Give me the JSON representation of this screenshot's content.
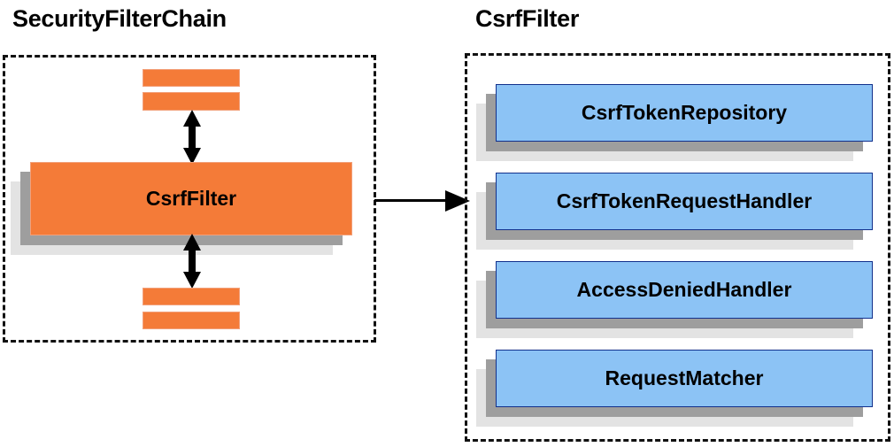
{
  "diagram": {
    "type": "component-relationship",
    "panels": [
      {
        "id": "security-filter-chain",
        "title": "SecurityFilterChain",
        "style": "dashed-container",
        "nodes": [
          {
            "id": "bar-top-1",
            "label": "",
            "color": "#F47B38",
            "shape": "bar"
          },
          {
            "id": "bar-top-2",
            "label": "",
            "color": "#F47B38",
            "shape": "bar"
          },
          {
            "id": "csrf-filter",
            "label": "CsrfFilter",
            "color": "#F47B38",
            "shape": "box-shadow"
          },
          {
            "id": "bar-bottom-1",
            "label": "",
            "color": "#F47B38",
            "shape": "bar"
          },
          {
            "id": "bar-bottom-2",
            "label": "",
            "color": "#F47B38",
            "shape": "bar"
          }
        ],
        "connectors": [
          {
            "id": "conn-top",
            "kind": "double-arrow-vertical"
          },
          {
            "id": "conn-bottom",
            "kind": "double-arrow-vertical"
          }
        ]
      },
      {
        "id": "csrf-filter-detail",
        "title": "CsrfFilter",
        "style": "dashed-container",
        "nodes": [
          {
            "id": "csrf-token-repository",
            "label": "CsrfTokenRepository",
            "color": "#8CC3F5",
            "shape": "box-shadow"
          },
          {
            "id": "csrf-token-request-handler",
            "label": "CsrfTokenRequestHandler",
            "color": "#8CC3F5",
            "shape": "box-shadow"
          },
          {
            "id": "access-denied-handler",
            "label": "AccessDeniedHandler",
            "color": "#8CC3F5",
            "shape": "box-shadow"
          },
          {
            "id": "request-matcher",
            "label": "RequestMatcher",
            "color": "#8CC3F5",
            "shape": "box-shadow"
          }
        ]
      }
    ],
    "cross_panel_connector": {
      "id": "expand-arrow",
      "kind": "single-arrow-right",
      "from": "csrf-filter",
      "to": "csrf-filter-detail"
    },
    "colors": {
      "orange_fill": "#F47B38",
      "orange_border": "#F2A07A",
      "blue_fill": "#8CC3F5",
      "blue_border": "#12308C",
      "shadow_dark": "#9E9E9E",
      "shadow_light": "#E3E3E3",
      "outline_dashed": "#111111",
      "background": "#FFFFFF",
      "text": "#000000"
    }
  }
}
